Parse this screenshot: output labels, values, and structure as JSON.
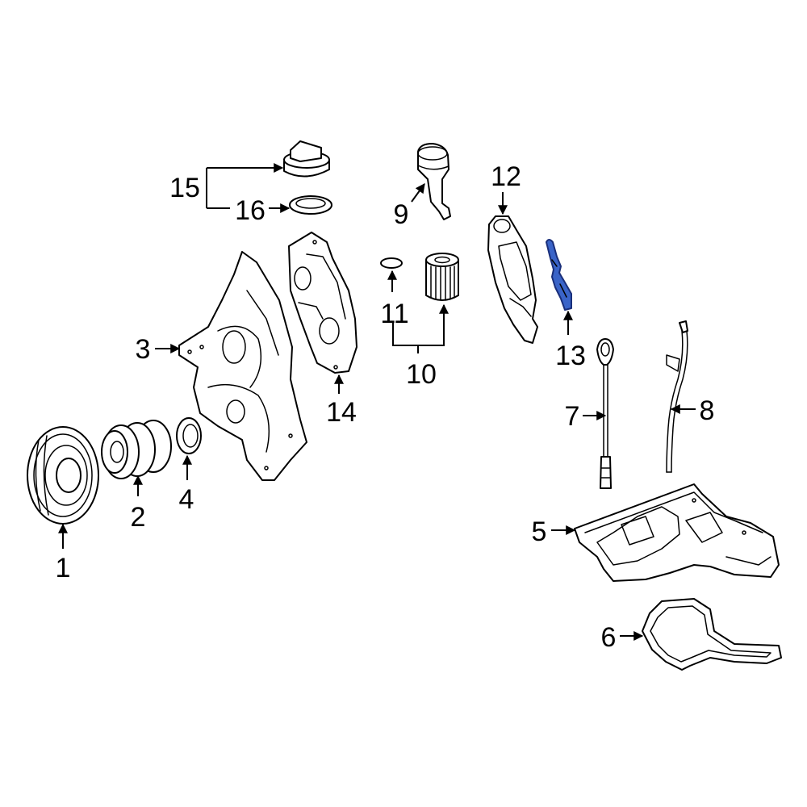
{
  "callouts": {
    "c1": "1",
    "c2": "2",
    "c3": "3",
    "c4": "4",
    "c5": "5",
    "c6": "6",
    "c7": "7",
    "c8": "8",
    "c9": "9",
    "c10": "10",
    "c11": "11",
    "c12": "12",
    "c13": "13",
    "c14": "14",
    "c15": "15",
    "c16": "16"
  },
  "colors": {
    "highlight_fill": "#3a64c8",
    "highlight_stroke": "#1a2f7a",
    "line": "#000000",
    "background": "#ffffff"
  }
}
